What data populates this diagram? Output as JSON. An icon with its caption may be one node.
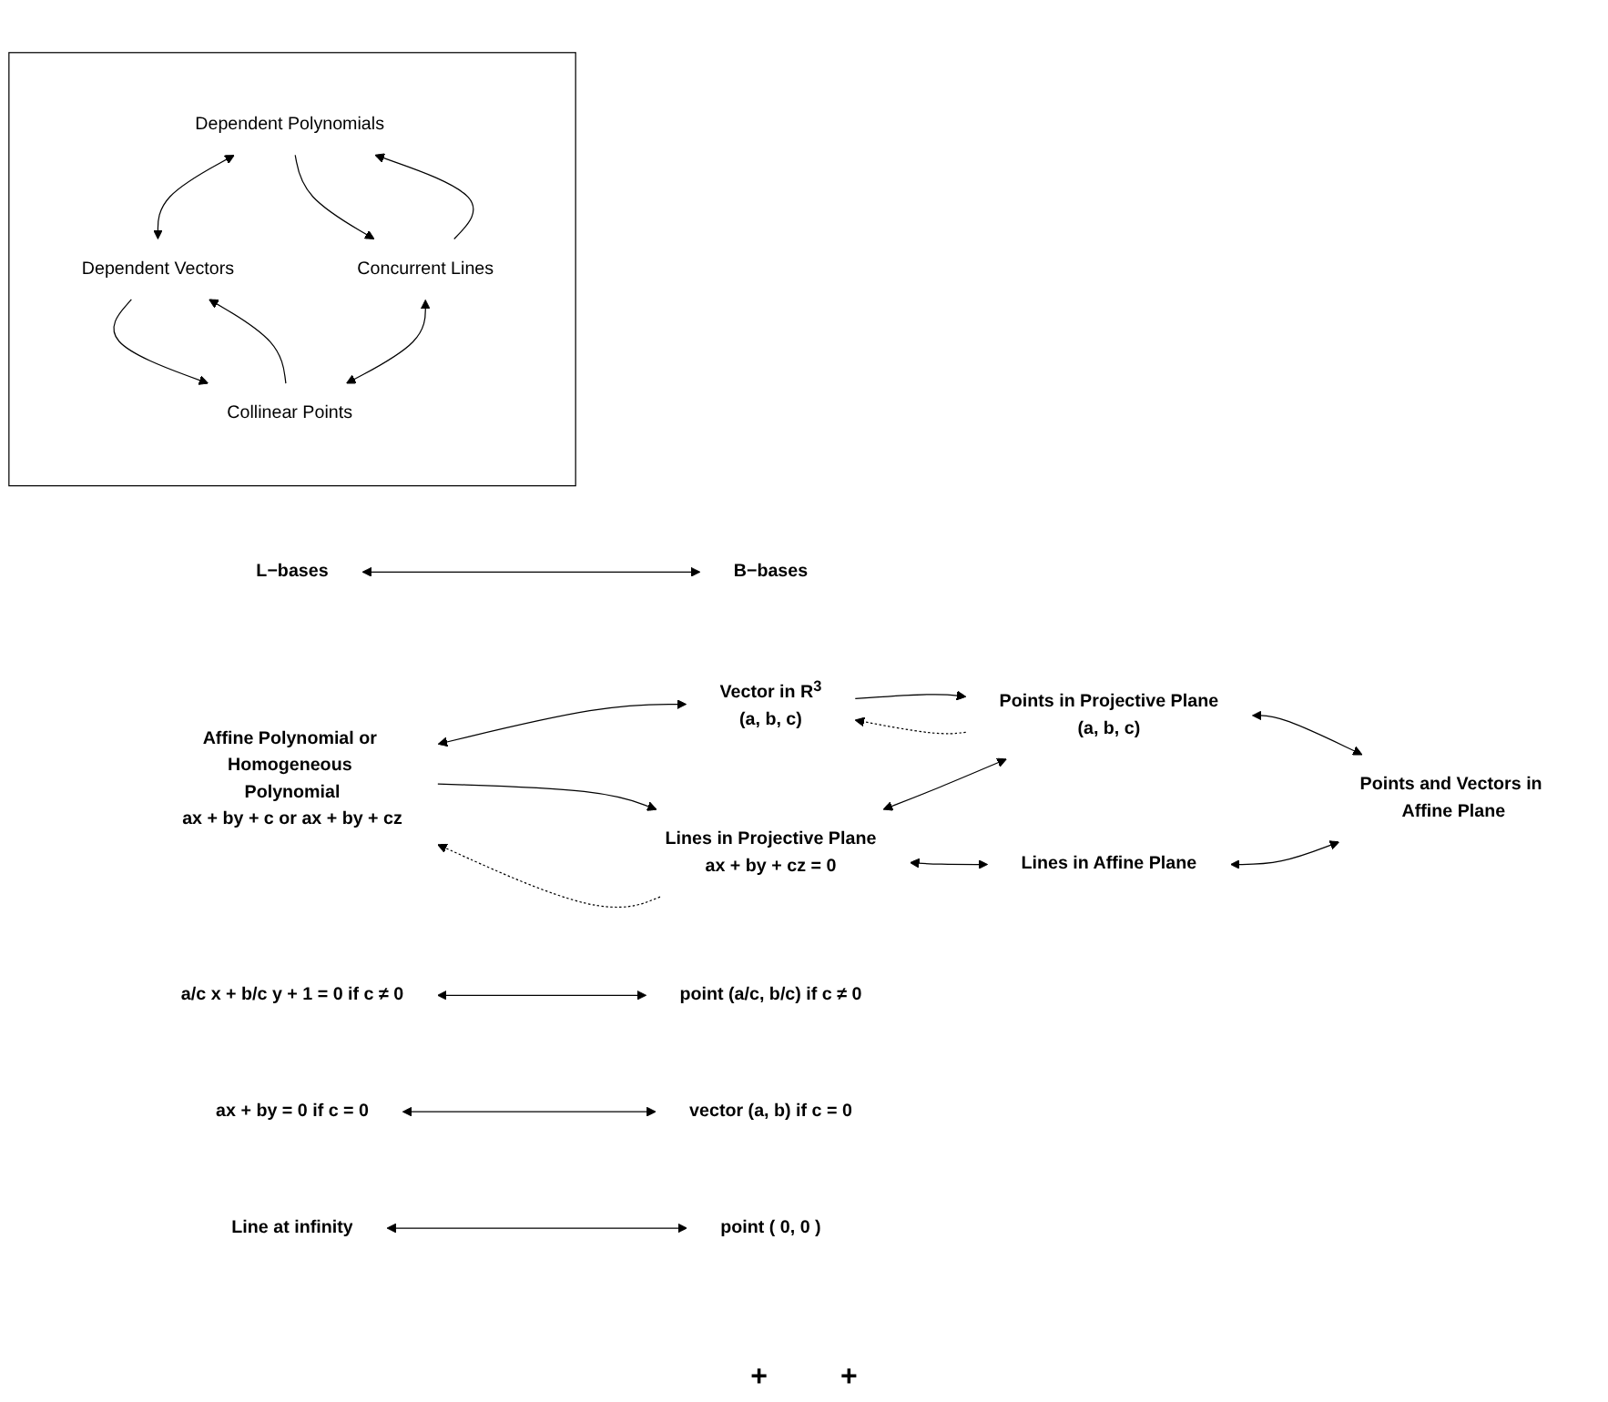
{
  "diagram": {
    "nodes": [
      {
        "text": [
          "L−bases"
        ]
      },
      {
        "text": [
          "B−bases"
        ]
      },
      {
        "text": [
          "Affine Polynomial or Homogeneous Polynomial",
          "ax + by + c or ax + by + cz"
        ]
      },
      {
        "text": [
          "Vector in R$^{3}$",
          "(a, b, c)"
        ]
      },
      {
        "text": [],
        "shape": "box"
      },
      {
        "text": [
          "Dependent Polynomials"
        ],
        "in": 4
      },
      {
        "text": [
          "Dependent Vectors"
        ],
        "in": 4
      },
      {
        "text": [
          "Concurrent Lines"
        ],
        "in": 4
      },
      {
        "text": [
          "Collinear Points"
        ],
        "in": 4
      },
      {
        "text": [
          "Lines in Projective Plane",
          "ax + by + cz = 0"
        ]
      },
      {
        "text": [
          "Points in Projective Plane",
          "(a, b, c)"
        ]
      },
      {
        "text": [
          "Lines in Affine Plane"
        ]
      },
      {
        "text": [
          "Points and Vectors in Affine Plane"
        ]
      },
      {
        "text": [
          "a/c x + b/c y + 1 = 0 if c ≠ 0"
        ]
      },
      {
        "text": [
          "point (a/c, b/c) if c ≠ 0"
        ]
      },
      {
        "text": [
          "ax + by = 0 if c = 0"
        ]
      },
      {
        "text": [
          "vector (a, b) if c = 0"
        ]
      },
      {
        "text": [
          "Line at infinity"
        ]
      },
      {
        "text": [
          "point ( 0, 0 )"
        ]
      }
    ],
    "edges": [
      {
        "from": 0,
        "to": 1,
        "arrow": "both"
      },
      {
        "from": 2,
        "to": 3,
        "arrow": "both"
      },
      {
        "from": 2,
        "to": 9,
        "arrow": "to"
      },
      {
        "from": 9,
        "to": 2,
        "arrow": "to",
        "style": "dashed"
      },
      {
        "from": 3,
        "to": 10,
        "arrow": "to"
      },
      {
        "from": 10,
        "to": 3,
        "arrow": "to",
        "style": "dashed"
      },
      {
        "from": 5,
        "to": 6,
        "arrow": "both"
      },
      {
        "from": 5,
        "to": 7,
        "arrow": "to"
      },
      {
        "from": 7,
        "to": 5,
        "arrow": "to"
      },
      {
        "from": 6,
        "to": 8,
        "arrow": "to"
      },
      {
        "from": 8,
        "to": 6,
        "arrow": "to"
      },
      {
        "from": 7,
        "to": 8,
        "arrow": "both"
      },
      {
        "from": 9,
        "to": 10,
        "arrow": "both"
      },
      {
        "from": 9,
        "to": 11,
        "arrow": "both"
      },
      {
        "from": 10,
        "to": 12,
        "arrow": "both"
      },
      {
        "from": 11,
        "to": 12,
        "arrow": "both"
      },
      {
        "from": 13,
        "to": 14,
        "arrow": "both"
      },
      {
        "from": 15,
        "to": 16,
        "arrow": "both"
      },
      {
        "from": 17,
        "to": 18,
        "arrow": "both"
      }
    ],
    "labels": [
      "+",
      "+"
    ]
  }
}
